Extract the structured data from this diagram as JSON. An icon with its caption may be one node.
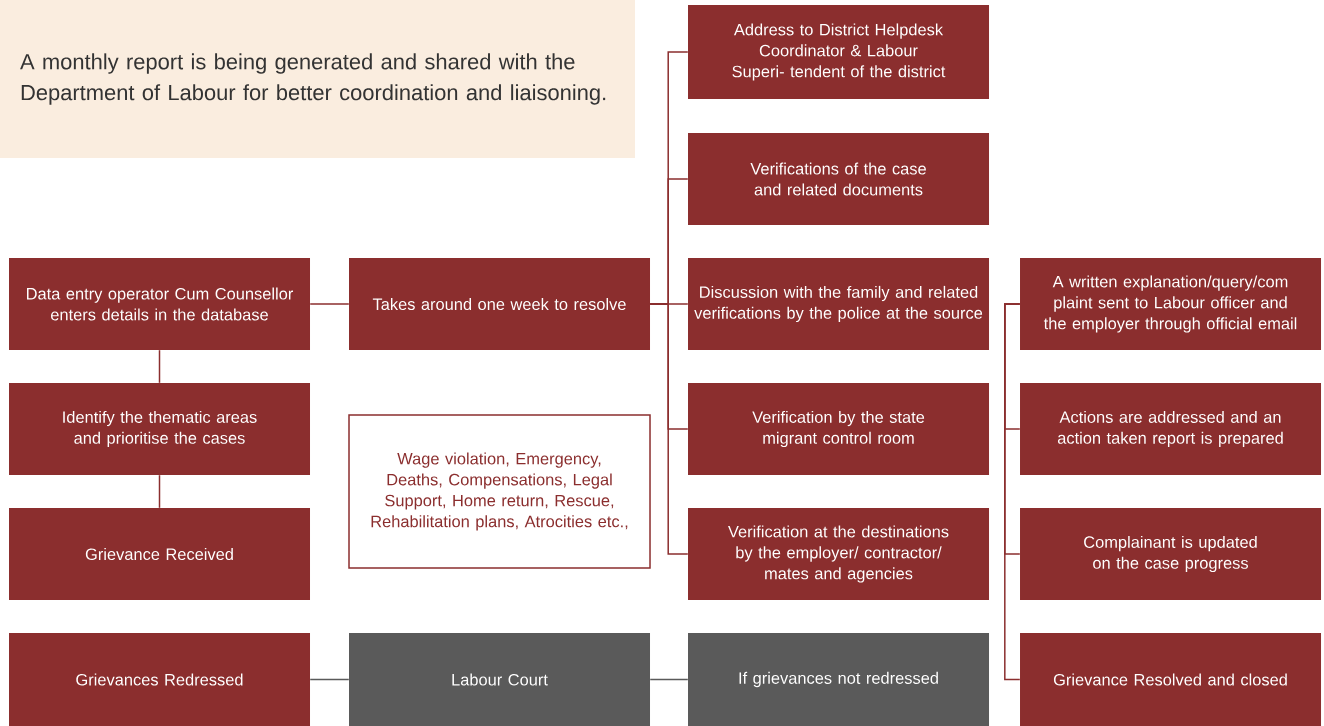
{
  "diagram": {
    "nodes": [
      {
        "text": [
          "A monthly report is being generated and shared with the Department of Labour for better coordination and liaisoning."
        ]
      },
      {
        "text": [
          "Address to District Helpdesk Coordinator & Labour Superi- tendent of the district"
        ]
      },
      {
        "text": [
          "Verifications of the case and related documents"
        ]
      },
      {
        "text": [
          "Data entry operator Cum Counsellor enters details in the database"
        ]
      },
      {
        "text": [
          "Takes around one week to resolve"
        ]
      },
      {
        "text": [
          "Discussion with the family and related verifications by the police at the source"
        ]
      },
      {
        "text": [
          "A written explanation/query/com plaint sent to Labour officer and the employer through official email"
        ]
      },
      {
        "text": [
          "Identify the thematic areas and prioritise the cases"
        ]
      },
      {
        "text": [
          "Verification by the state migrant control room"
        ]
      },
      {
        "text": [
          "Actions are addressed and an action taken report is prepared"
        ]
      },
      {
        "text": [
          "Wage violation, Emergency, Deaths, Compensations, Legal Support, Home return, Rescue, Rehabilitation plans, Atrocities etc.,"
        ]
      },
      {
        "text": [
          "Grievance Received"
        ]
      },
      {
        "text": [
          "Verification at the destinations by the employer/ contractor/ mates and agencies"
        ]
      },
      {
        "text": [
          "Complainant is updated on the case progress"
        ]
      },
      {
        "text": [
          "Grievances Redressed"
        ]
      },
      {
        "text": [
          "Labour Court"
        ]
      },
      {
        "text": [
          "If grievances not redressed"
        ]
      },
      {
        "text": [
          "Grievance Resolved and closed"
        ]
      }
    ],
    "edges": [
      {
        "from": 3,
        "to": 4,
        "arrow": "none"
      },
      {
        "from": 3,
        "to": 7,
        "arrow": "none"
      },
      {
        "from": 7,
        "to": 11,
        "arrow": "none"
      },
      {
        "from": 4,
        "to": 1,
        "arrow": "none"
      },
      {
        "from": 4,
        "to": 2,
        "arrow": "none"
      },
      {
        "from": 4,
        "to": 5,
        "arrow": "none"
      },
      {
        "from": 4,
        "to": 8,
        "arrow": "none"
      },
      {
        "from": 4,
        "to": 12,
        "arrow": "none"
      },
      {
        "from": 6,
        "to": 9,
        "arrow": "none"
      },
      {
        "from": 6,
        "to": 13,
        "arrow": "none"
      },
      {
        "from": 6,
        "to": 17,
        "arrow": "none"
      },
      {
        "from": 14,
        "to": 15,
        "arrow": "none",
        "color": "#5a5a5a"
      },
      {
        "from": 15,
        "to": 16,
        "arrow": "none",
        "color": "#5a5a5a"
      }
    ]
  }
}
